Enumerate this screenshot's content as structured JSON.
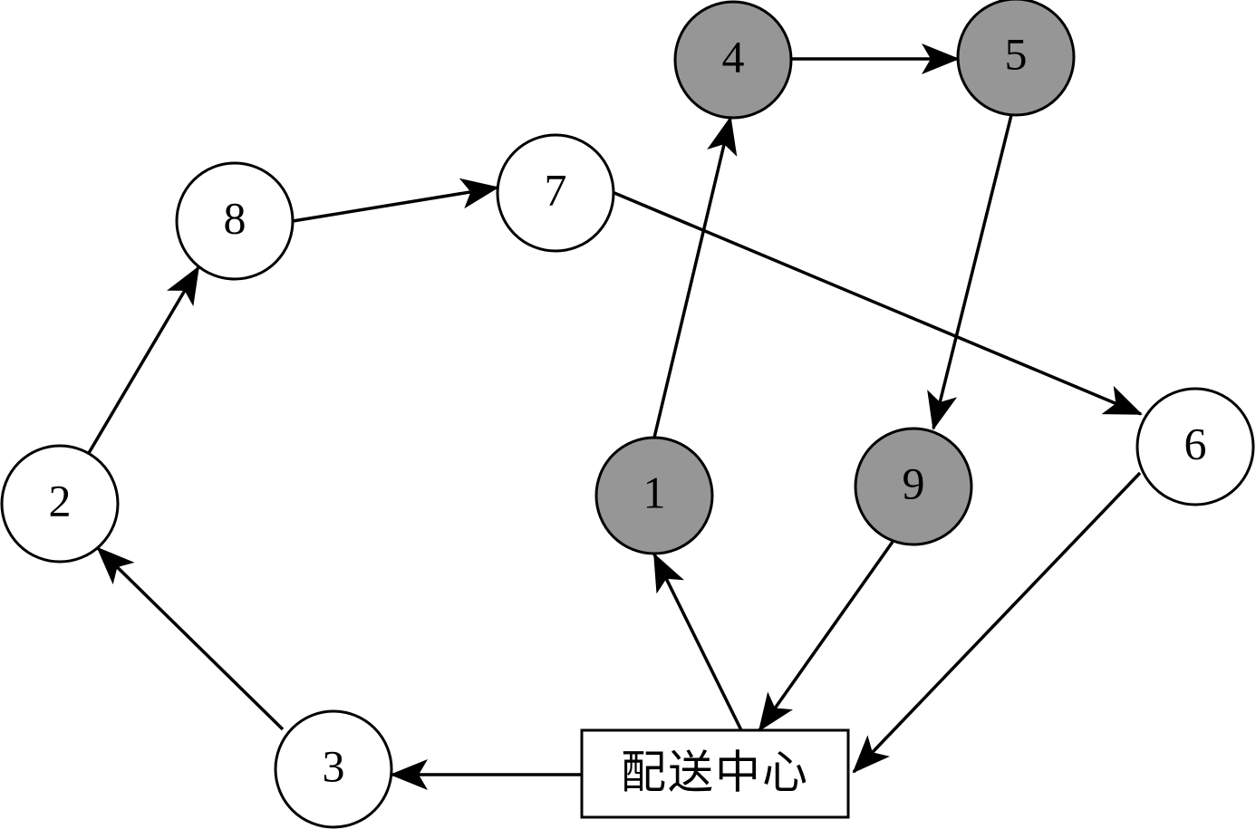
{
  "colors": {
    "highlighted_fill": "#969696",
    "normal_fill": "#ffffff",
    "stroke": "#000000"
  },
  "depot": {
    "id": "depot",
    "label": "配送中心"
  },
  "nodes": [
    {
      "id": "1",
      "label": "1",
      "highlighted": true
    },
    {
      "id": "2",
      "label": "2",
      "highlighted": false
    },
    {
      "id": "3",
      "label": "3",
      "highlighted": false
    },
    {
      "id": "4",
      "label": "4",
      "highlighted": true
    },
    {
      "id": "5",
      "label": "5",
      "highlighted": true
    },
    {
      "id": "6",
      "label": "6",
      "highlighted": false
    },
    {
      "id": "7",
      "label": "7",
      "highlighted": false
    },
    {
      "id": "8",
      "label": "8",
      "highlighted": false
    },
    {
      "id": "9",
      "label": "9",
      "highlighted": true
    }
  ],
  "edges": [
    {
      "from": "depot",
      "to": "1"
    },
    {
      "from": "1",
      "to": "4"
    },
    {
      "from": "4",
      "to": "5"
    },
    {
      "from": "5",
      "to": "9"
    },
    {
      "from": "9",
      "to": "depot"
    },
    {
      "from": "depot",
      "to": "3"
    },
    {
      "from": "3",
      "to": "2"
    },
    {
      "from": "2",
      "to": "8"
    },
    {
      "from": "8",
      "to": "7"
    },
    {
      "from": "7",
      "to": "6"
    },
    {
      "from": "6",
      "to": "depot"
    }
  ]
}
